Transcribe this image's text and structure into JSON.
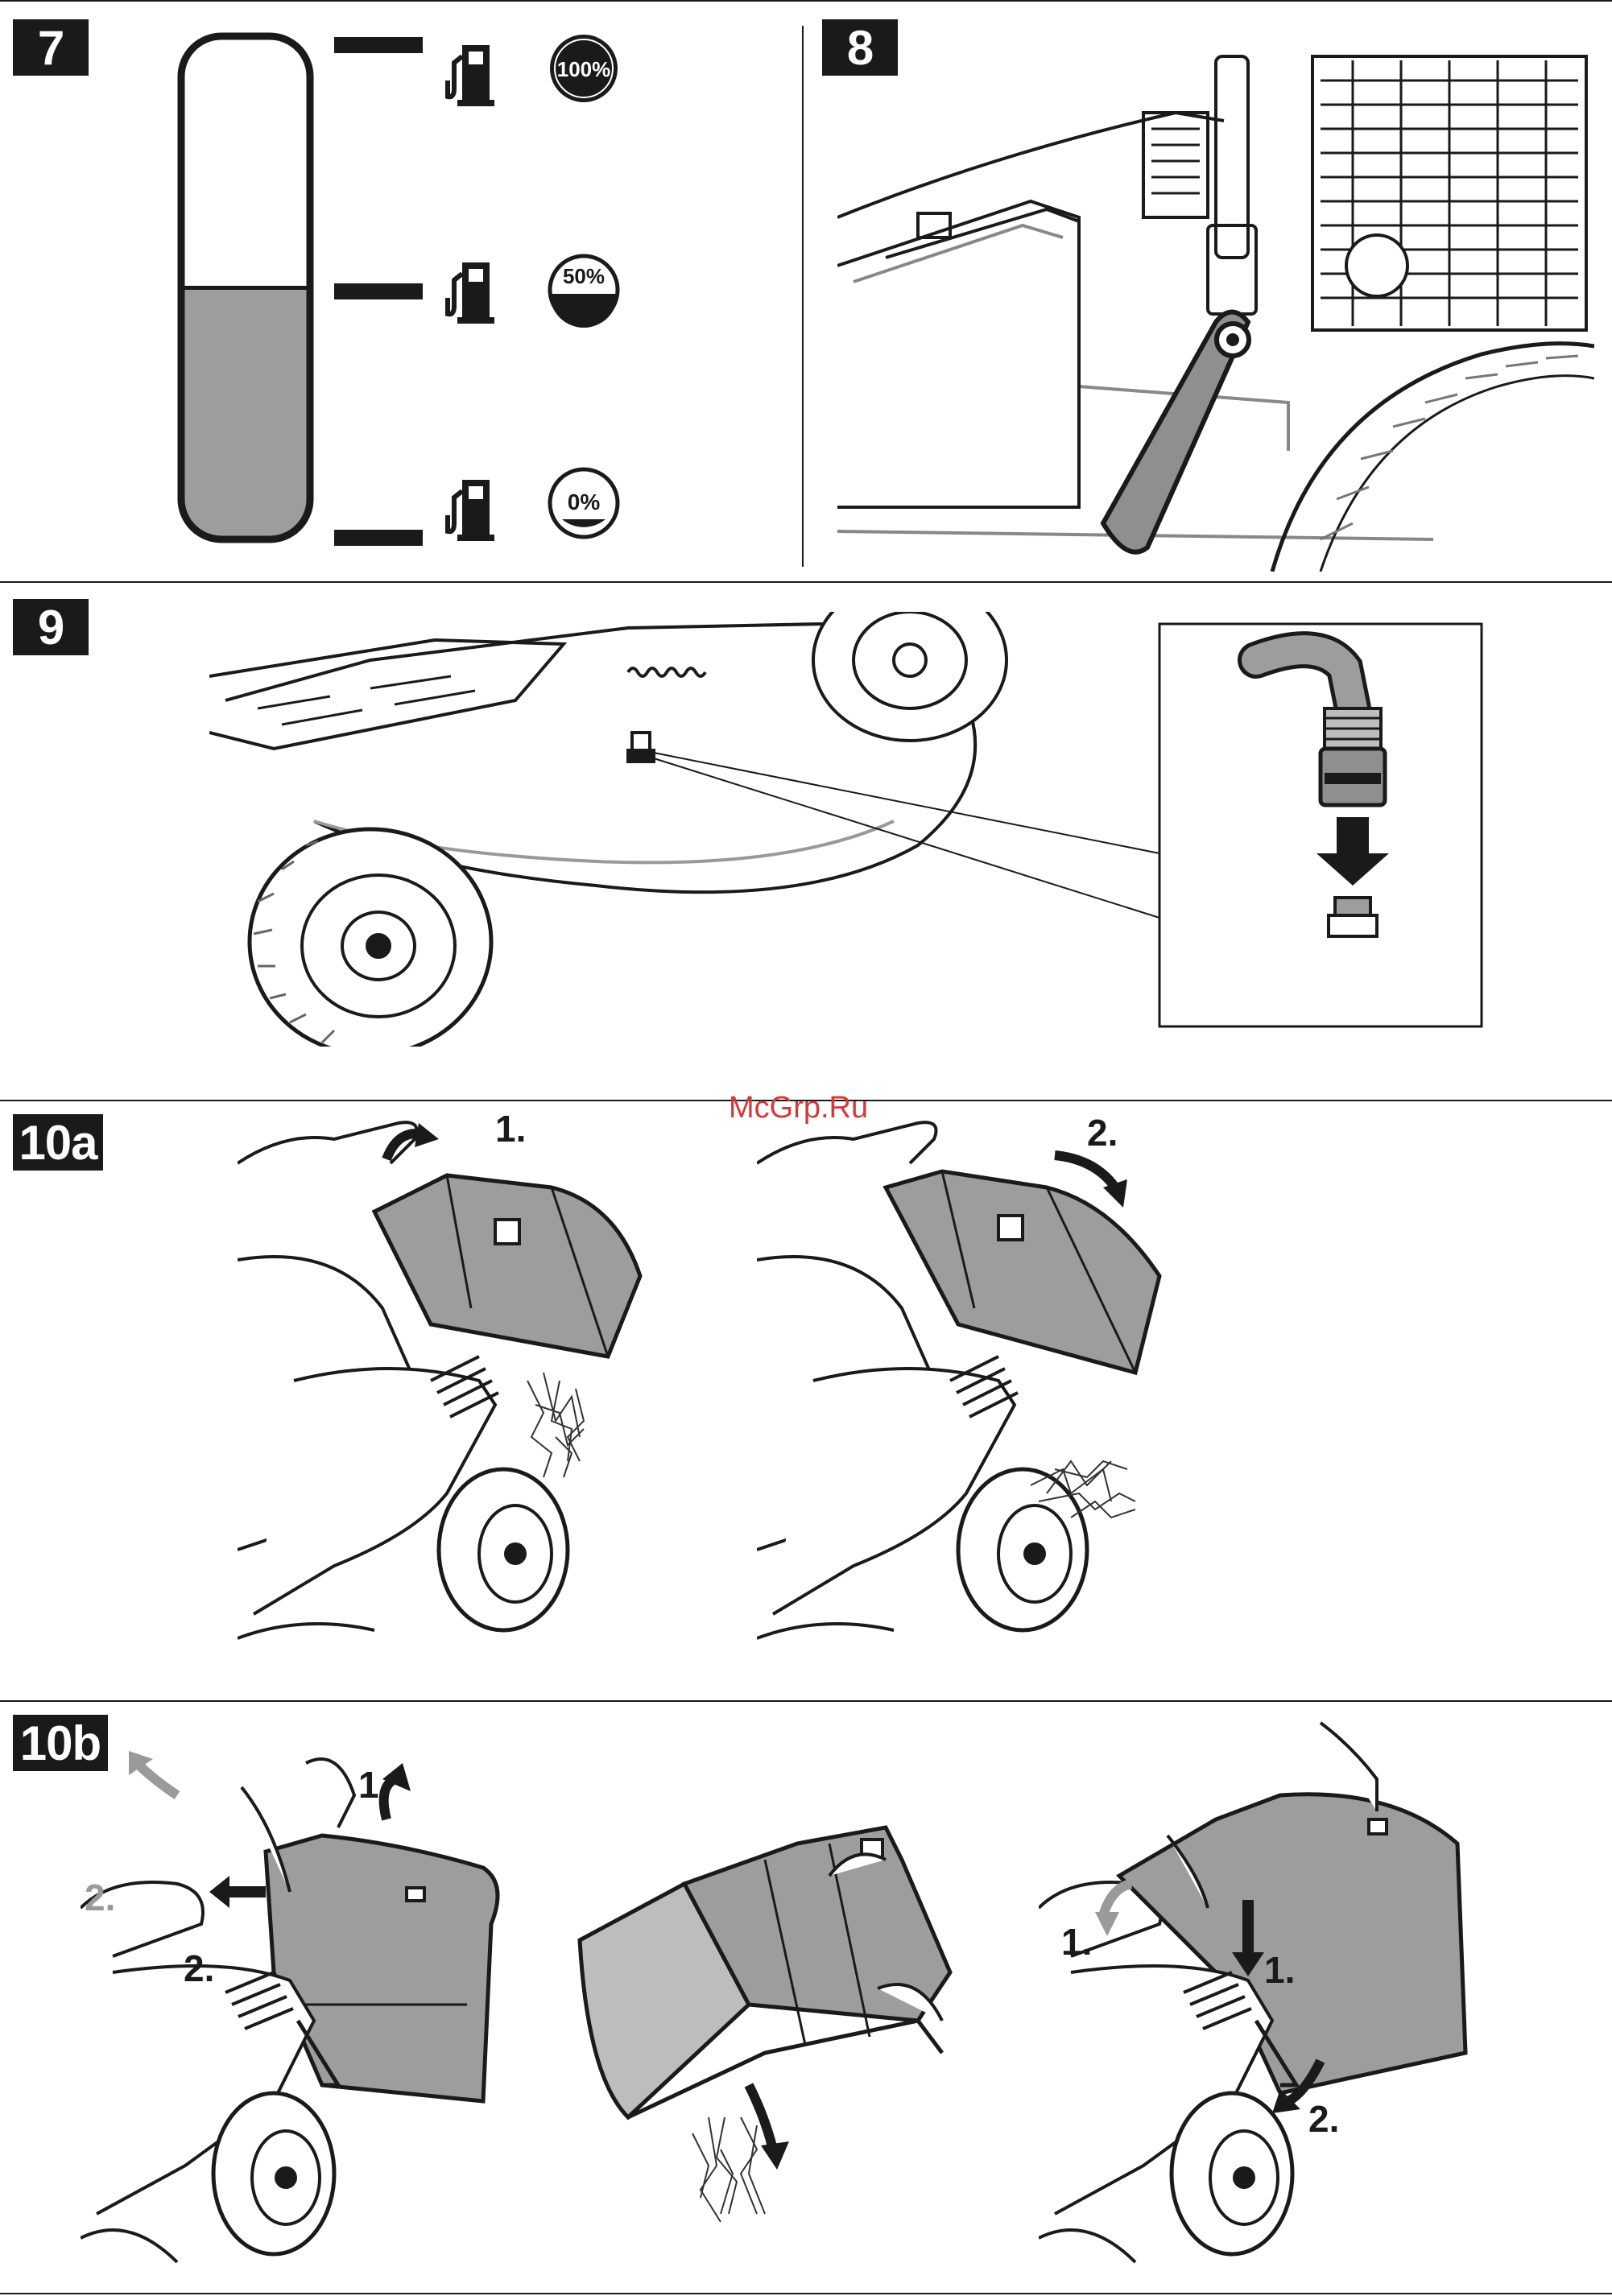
{
  "sections": [
    {
      "id": "7"
    },
    {
      "id": "8"
    },
    {
      "id": "9"
    },
    {
      "id": "10a"
    },
    {
      "id": "10b"
    }
  ],
  "fuel_levels": [
    {
      "label": "100%",
      "icon": "fuel-pump-icon"
    },
    {
      "label": "50%",
      "icon": "fuel-pump-icon"
    },
    {
      "label": "0%",
      "icon": "fuel-pump-icon"
    }
  ],
  "steps_10a": [
    "1.",
    "2."
  ],
  "steps_10b": {
    "left": [
      "1.",
      "2.",
      "2."
    ],
    "right": [
      "1.",
      "1.",
      "2."
    ]
  },
  "watermark": "McGrp.Ru",
  "fuel_tank_level": 0.5,
  "colors": {
    "ink": "#1a1a1a",
    "fill_grey": "#9d9d9d",
    "light_grey": "#bdbdbd",
    "watermark": "#d23a3a"
  }
}
